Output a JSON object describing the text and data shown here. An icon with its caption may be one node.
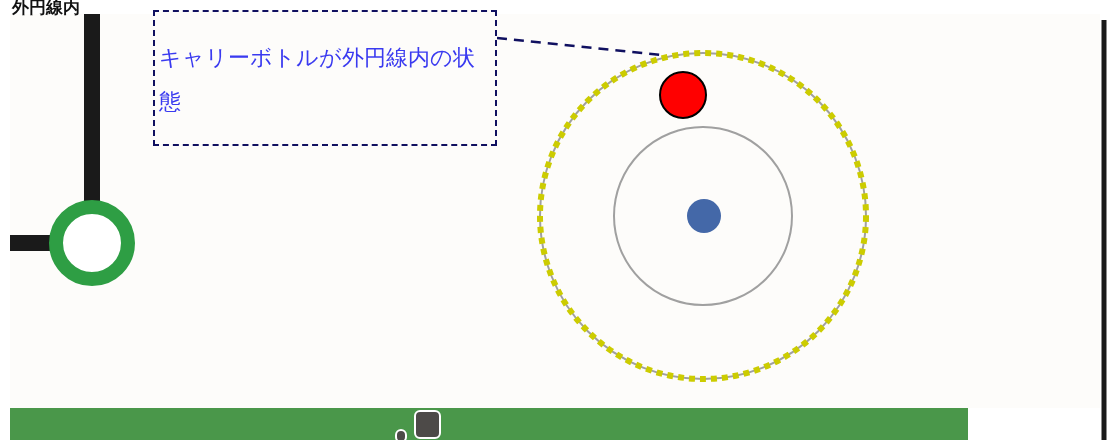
{
  "diagram": {
    "title": "外円線内",
    "nodes": [
      {
        "text": [
          "キャリーボトルが外円線内の状態"
        ]
      },
      {
        "text": [],
        "shape": "circle"
      }
    ],
    "edges": [
      {
        "from": 0,
        "to": 1,
        "arrow": "none",
        "style": "dashed"
      }
    ]
  }
}
